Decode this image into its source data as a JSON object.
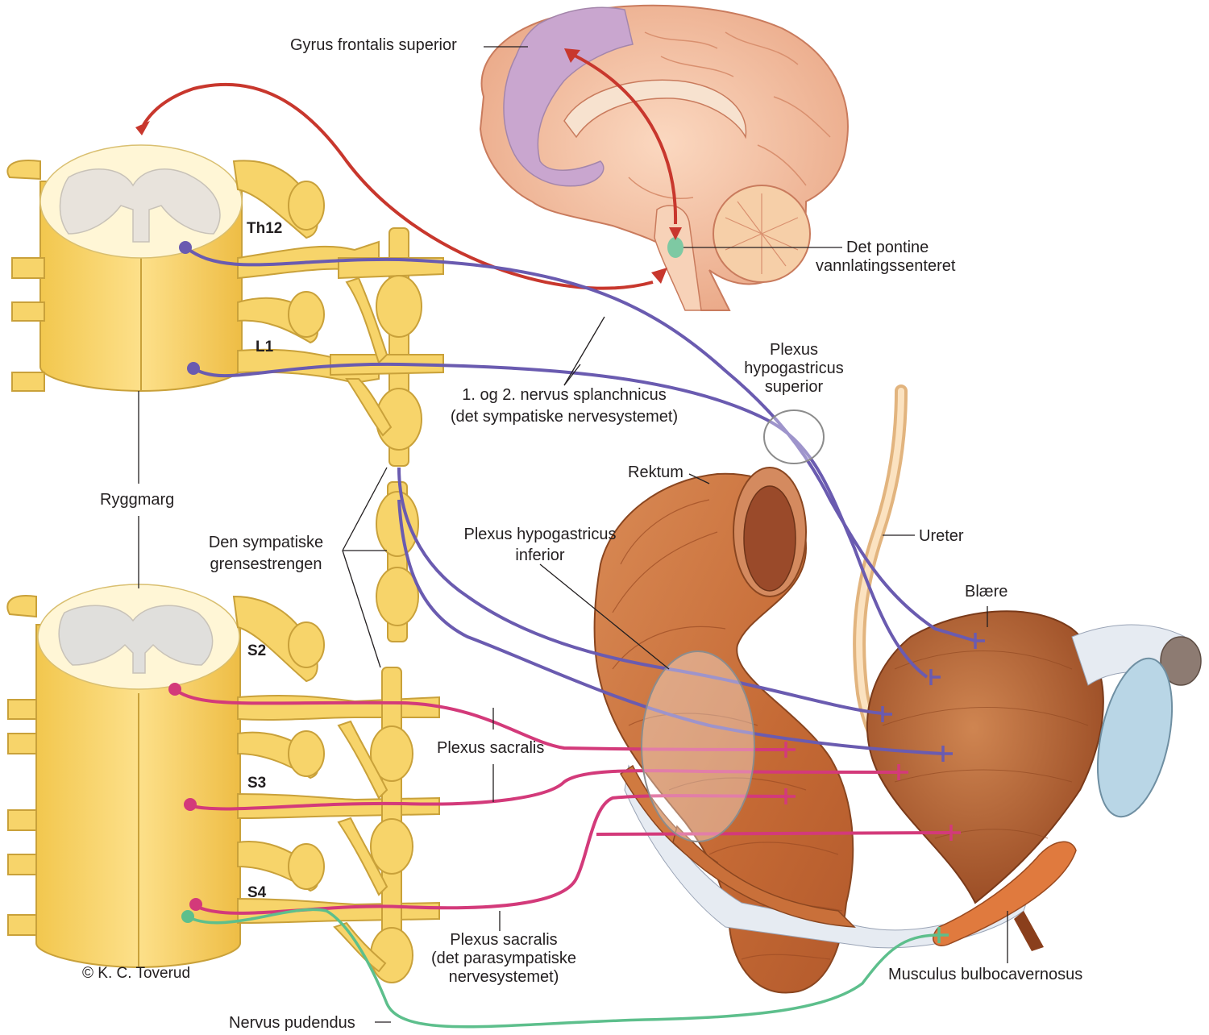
{
  "labels": {
    "gyrus": "Gyrus frontalis superior",
    "pontine_1": "Det pontine",
    "pontine_2": "vannlatingssenteret",
    "plexus_sup_1": "Plexus",
    "plexus_sup_2": "hypogastricus",
    "plexus_sup_3": "superior",
    "splanch_1": "1. og 2. nervus splanchnicus",
    "splanch_2": "(det sympatiske nervesystemet)",
    "rektum": "Rektum",
    "ureter": "Ureter",
    "ryggmarg": "Ryggmarg",
    "grense_1": "Den sympatiske",
    "grense_2": "grensestrengen",
    "plexus_inf_1": "Plexus hypogastricus",
    "plexus_inf_2": "inferior",
    "blaere": "Blære",
    "plexus_sacralis": "Plexus sacralis",
    "plexus_sacralis_b_1": "Plexus sacralis",
    "plexus_sacralis_b_2": "(det parasympatiske",
    "plexus_sacralis_b_3": "nervesystemet)",
    "bulbo": "Musculus  bulbocavernosus",
    "pudendus": "Nervus pudendus",
    "copyright": "© K. C. Toverud"
  },
  "segments": {
    "th12": "Th12",
    "l1": "L1",
    "s2": "S2",
    "s3": "S3",
    "s4": "S4"
  },
  "colors": {
    "sympathetic": "#6a5bb0",
    "parasympathetic": "#d33a7a",
    "pudendal": "#5dbf8c",
    "cortex_path": "#c8372d",
    "nerve_yellow": "#f7d46a",
    "nerve_outline": "#c9a13a",
    "muscle": "#c8713f",
    "bladder": "#b8683a",
    "brain": "#f3c2a5",
    "gyrus": "#c9a6cf"
  }
}
